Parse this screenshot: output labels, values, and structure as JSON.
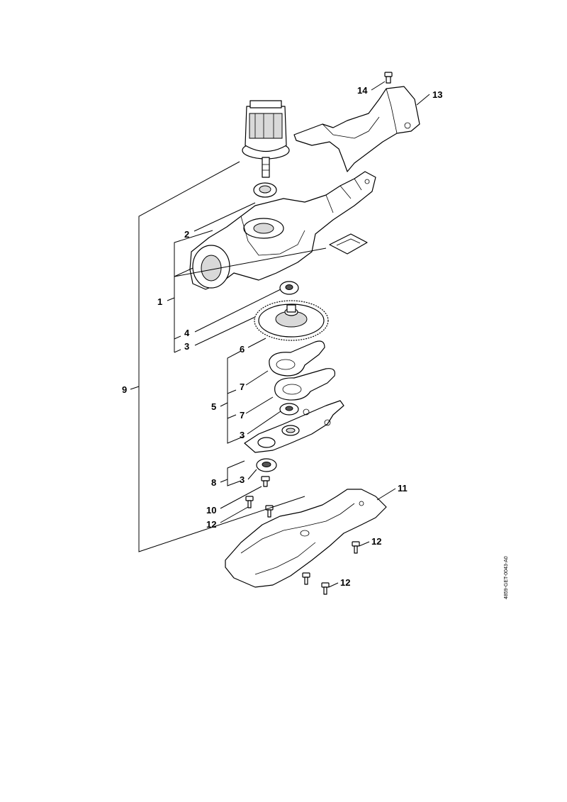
{
  "diagram_code": "4859-GET-0043-A0",
  "callouts": [
    "14",
    "13",
    "2",
    "1",
    "4",
    "3",
    "6",
    "7",
    "7",
    "5",
    "3",
    "8",
    "3",
    "9",
    "10",
    "12",
    "11",
    "12",
    "12"
  ],
  "colors": {
    "line": "#000000",
    "background": "#ffffff",
    "shade": "#d9d9d9"
  }
}
